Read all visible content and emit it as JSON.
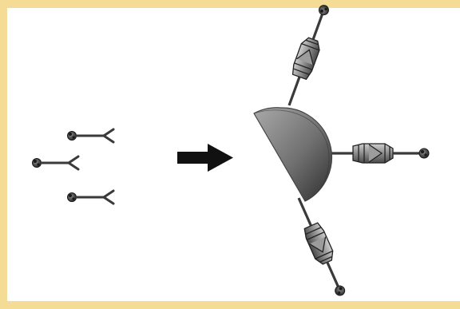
{
  "figure": {
    "colors": {
      "frame": "#f5dc96",
      "panel": "#ffffff",
      "ink": "#1a1a1a",
      "stroke": "#555555",
      "body_light": "#9a9a9a",
      "body_dark": "#3a3a3a"
    },
    "left_group": {
      "items": [
        "free-antibody",
        "free-antibody",
        "free-antibody"
      ]
    },
    "arrow": {
      "direction": "right"
    },
    "right_group": {
      "core": "half-disc",
      "arms": [
        "conjugated-antibody",
        "conjugated-antibody",
        "conjugated-antibody"
      ]
    }
  }
}
